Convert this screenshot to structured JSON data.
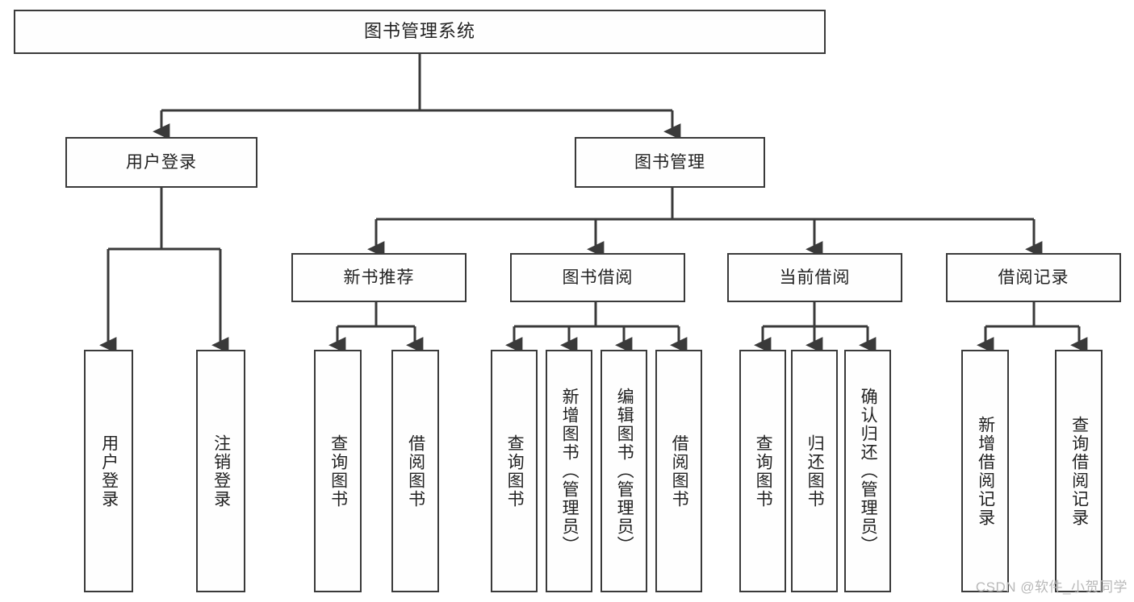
{
  "diagram": {
    "type": "tree-hierarchy",
    "title": "图书管理系统",
    "watermark": "CSDN @软件_小贺同学",
    "colors": {
      "border": "#3a3a3a",
      "node_fill": "#fefefe",
      "text": "#222222",
      "edge": "#3a3a3a",
      "watermark": "#b8b8b8",
      "background": "#ffffff"
    },
    "nodes": {
      "root": {
        "label": "图书管理系统",
        "orientation": "horizontal"
      },
      "level2": [
        {
          "id": "user-login",
          "label": "用户登录",
          "orientation": "horizontal"
        },
        {
          "id": "book-manage",
          "label": "图书管理",
          "orientation": "horizontal"
        }
      ],
      "level3": [
        {
          "id": "new-book-recommend",
          "label": "新书推荐",
          "orientation": "horizontal"
        },
        {
          "id": "book-borrow",
          "label": "图书借阅",
          "orientation": "horizontal"
        },
        {
          "id": "current-borrow",
          "label": "当前借阅",
          "orientation": "horizontal"
        },
        {
          "id": "borrow-record",
          "label": "借阅记录",
          "orientation": "horizontal"
        }
      ],
      "leaves": {
        "user-login": [
          {
            "id": "leaf-user-login",
            "label": "用户登录",
            "orientation": "vertical"
          },
          {
            "id": "leaf-logout",
            "label": "注销登录",
            "orientation": "vertical"
          }
        ],
        "new-book-recommend": [
          {
            "id": "leaf-query-book-1",
            "label": "查询图书",
            "orientation": "vertical"
          },
          {
            "id": "leaf-borrow-book-1",
            "label": "借阅图书",
            "orientation": "vertical"
          }
        ],
        "book-borrow": [
          {
            "id": "leaf-query-book-2",
            "label": "查询图书",
            "orientation": "vertical"
          },
          {
            "id": "leaf-add-book",
            "label": "新增图书（管理员）",
            "orientation": "vertical"
          },
          {
            "id": "leaf-edit-book",
            "label": "编辑图书（管理员）",
            "orientation": "vertical"
          },
          {
            "id": "leaf-borrow-book-2",
            "label": "借阅图书",
            "orientation": "vertical"
          }
        ],
        "current-borrow": [
          {
            "id": "leaf-query-book-3",
            "label": "查询图书",
            "orientation": "vertical"
          },
          {
            "id": "leaf-return-book",
            "label": "归还图书",
            "orientation": "vertical"
          },
          {
            "id": "leaf-confirm-return",
            "label": "确认归还（管理员）",
            "orientation": "vertical"
          }
        ],
        "borrow-record": [
          {
            "id": "leaf-add-record",
            "label": "新增借阅记录",
            "orientation": "vertical"
          },
          {
            "id": "leaf-query-record",
            "label": "查询借阅记录",
            "orientation": "vertical"
          }
        ]
      }
    }
  }
}
